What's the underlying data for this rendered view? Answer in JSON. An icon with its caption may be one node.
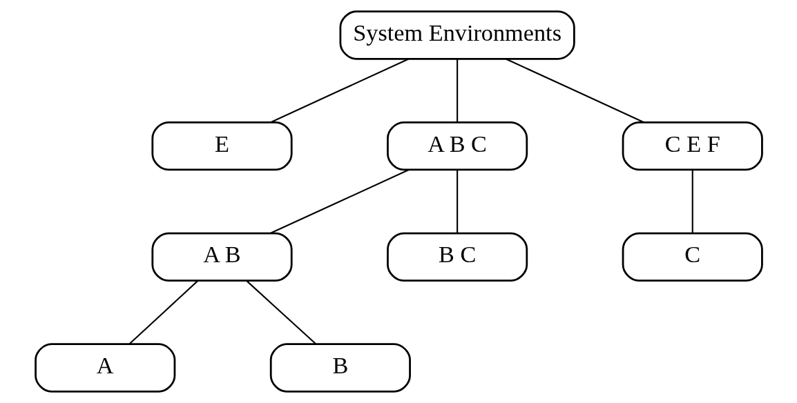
{
  "diagram": {
    "nodes": [
      {
        "text": [
          "System Environments"
        ]
      },
      {
        "text": [
          "E"
        ]
      },
      {
        "text": [
          "A B C"
        ]
      },
      {
        "text": [
          "C E F"
        ]
      },
      {
        "text": [
          "A B"
        ]
      },
      {
        "text": [
          "B C"
        ]
      },
      {
        "text": [
          "C"
        ]
      },
      {
        "text": [
          "A"
        ]
      },
      {
        "text": [
          "B"
        ]
      }
    ],
    "edges": [
      {
        "from": 0,
        "to": 1,
        "arrow": "none"
      },
      {
        "from": 0,
        "to": 2,
        "arrow": "none"
      },
      {
        "from": 0,
        "to": 3,
        "arrow": "none"
      },
      {
        "from": 2,
        "to": 4,
        "arrow": "none"
      },
      {
        "from": 2,
        "to": 5,
        "arrow": "none"
      },
      {
        "from": 3,
        "to": 6,
        "arrow": "none"
      },
      {
        "from": 4,
        "to": 7,
        "arrow": "none"
      },
      {
        "from": 4,
        "to": 8,
        "arrow": "none"
      }
    ]
  }
}
